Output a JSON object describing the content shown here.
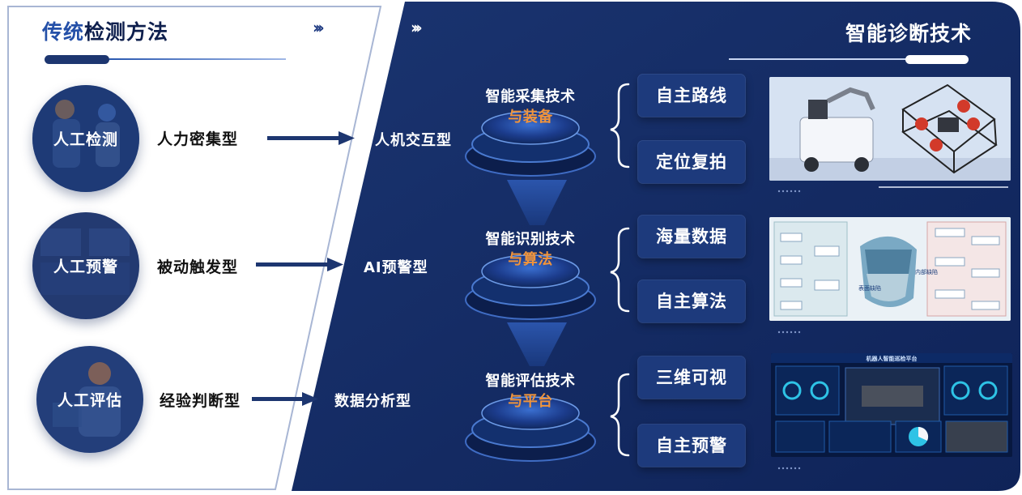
{
  "left_panel": {
    "title_part1": "传统",
    "title_part2": "检测方法",
    "methods": [
      {
        "name": "人工检测",
        "type": "人力密集型"
      },
      {
        "name": "人工预警",
        "type": "被动触发型"
      },
      {
        "name": "人工评估",
        "type": "经验判断型"
      }
    ]
  },
  "right_panel": {
    "title": "智能诊断技术",
    "new_types": [
      "人机交互型",
      "AI预警型",
      "数据分析型"
    ],
    "technologies": [
      {
        "line1": "智能采集技术",
        "line2": "与装备",
        "items": [
          "自主路线",
          "定位复拍"
        ]
      },
      {
        "line1": "智能识别技术",
        "line2": "与算法",
        "items": [
          "海量数据",
          "自主算法"
        ]
      },
      {
        "line1": "智能评估技术",
        "line2": "与平台",
        "items": [
          "三维可视",
          "自主预警"
        ]
      }
    ],
    "image_panel_3_title": "机器人智能巡检平台",
    "image_panel_2_label_left": "表面缺陷",
    "image_panel_2_label_right": "内部缺陷"
  },
  "chevron_glyphs": "›››",
  "colors": {
    "navy": "#142a63",
    "accent_orange": "#f0943c",
    "title_blue": "#2450a8"
  },
  "icons": [
    "chevrons-right-icon",
    "arrow-right-icon",
    "brace-icon"
  ]
}
